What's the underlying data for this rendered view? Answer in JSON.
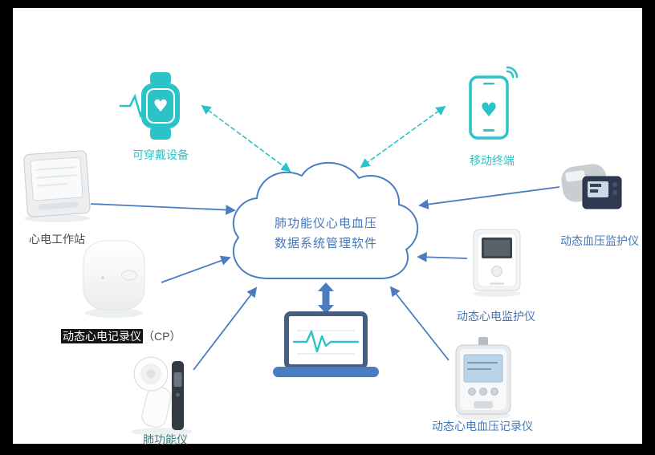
{
  "colors": {
    "teal": "#2bc3c7",
    "blue": "#4a7dc0",
    "right_label": "#4577b8",
    "dark_text": "#4d4d4d",
    "spiro_label": "#3f7575",
    "highlight_bg": "#151515",
    "highlight_fg": "#ffffff"
  },
  "cloud": {
    "line1": "肺功能仪心电血压",
    "line2": "数据系统管理软件"
  },
  "nodes": {
    "wearable": {
      "label": "可穿戴设备"
    },
    "mobile": {
      "label": "移动终端"
    },
    "ecg_workstation": {
      "label": "心电工作站"
    },
    "holter_cp": {
      "label_main": "动态心电记录仪",
      "label_suffix": "（CP）"
    },
    "spirometer": {
      "label": "肺功能仪"
    },
    "abp_monitor": {
      "label": "动态血压监护仪"
    },
    "ecg_monitor": {
      "label": "动态心电监护仪"
    },
    "ecg_bp_recorder": {
      "label": "动态心电血压记录仪"
    }
  }
}
